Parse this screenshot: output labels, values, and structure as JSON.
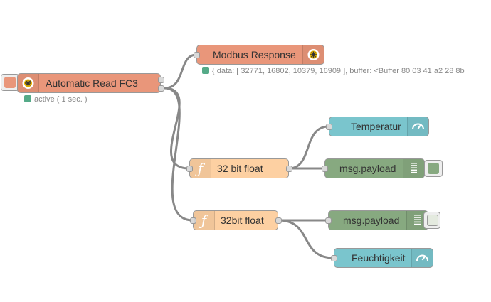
{
  "colors": {
    "modbus": "#E9967A",
    "function": "#FDD0A2",
    "dashboard": "#7AC5CD",
    "debug": "#87A980",
    "status_green": "#5A8"
  },
  "nodes": {
    "automatic_read": {
      "label": "Automatic Read FC3",
      "icon": "modbus-gear-icon",
      "status": "active ( 1 sec. )"
    },
    "modbus_response": {
      "label": "Modbus Response",
      "icon": "modbus-gear-icon",
      "status": "{ data: [ 32771, 16802, 10379, 16909 ], buffer: <Buffer 80 03 41 a2 28 8b"
    },
    "func1": {
      "label": "32 bit float",
      "icon": "function-icon"
    },
    "func2": {
      "label": "32bit float",
      "icon": "function-icon"
    },
    "temperatur": {
      "label": "Temperatur",
      "icon": "gauge-icon"
    },
    "feuchtigkeit": {
      "label": "Feuchtigkeit",
      "icon": "gauge-icon"
    },
    "debug1": {
      "label": "msg.payload",
      "icon": "debug-list-icon",
      "enabled": true
    },
    "debug2": {
      "label": "msg.payload",
      "icon": "debug-list-icon",
      "enabled": false
    }
  }
}
